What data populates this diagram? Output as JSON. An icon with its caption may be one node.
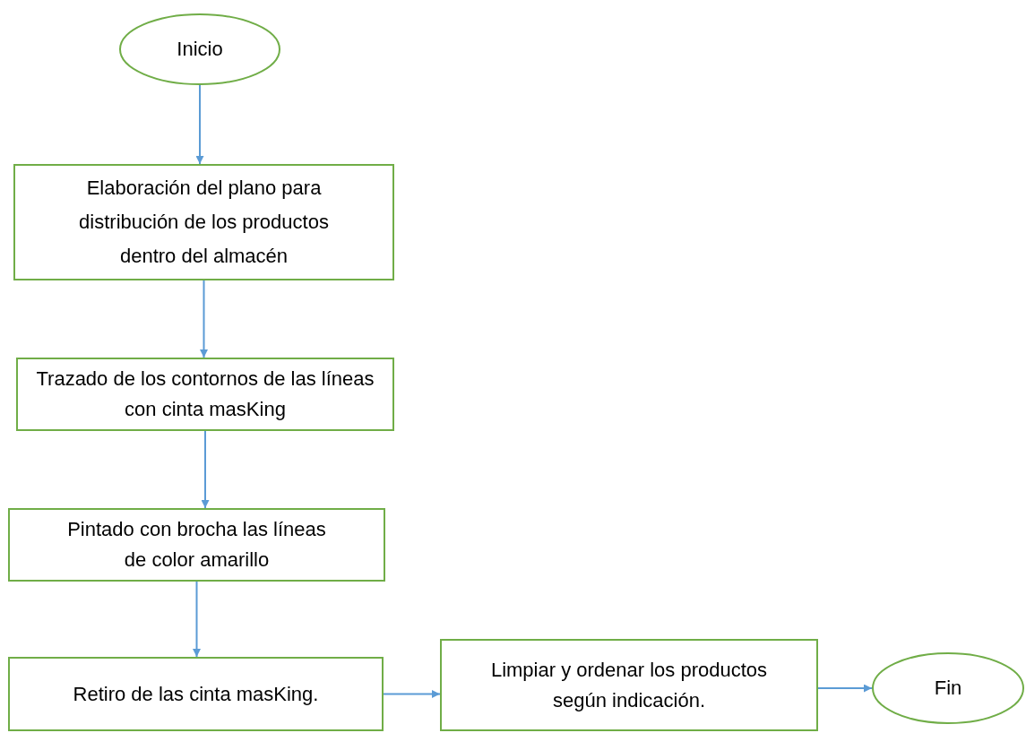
{
  "diagram": {
    "nodes": [
      {
        "text": [
          "Inicio"
        ]
      },
      {
        "text": [
          "Elaboración del plano para distribución de los productos dentro del almacén"
        ]
      },
      {
        "text": [
          "Trazado de los contornos de las líneas con cinta masKing"
        ]
      },
      {
        "text": [
          "Pintado con brocha las líneas de color amarillo"
        ]
      },
      {
        "text": [
          "Retiro de las cinta masKing."
        ]
      },
      {
        "text": [
          "Limpiar y ordenar los productos según indicación."
        ]
      },
      {
        "text": [
          "Fin"
        ]
      }
    ],
    "edges": [
      {
        "from": 0,
        "to": 1,
        "arrow": "to"
      },
      {
        "from": 1,
        "to": 2,
        "arrow": "to"
      },
      {
        "from": 2,
        "to": 3,
        "arrow": "to"
      },
      {
        "from": 3,
        "to": 4,
        "arrow": "to"
      },
      {
        "from": 4,
        "to": 5,
        "arrow": "to"
      },
      {
        "from": 5,
        "to": 6,
        "arrow": "to"
      }
    ]
  }
}
